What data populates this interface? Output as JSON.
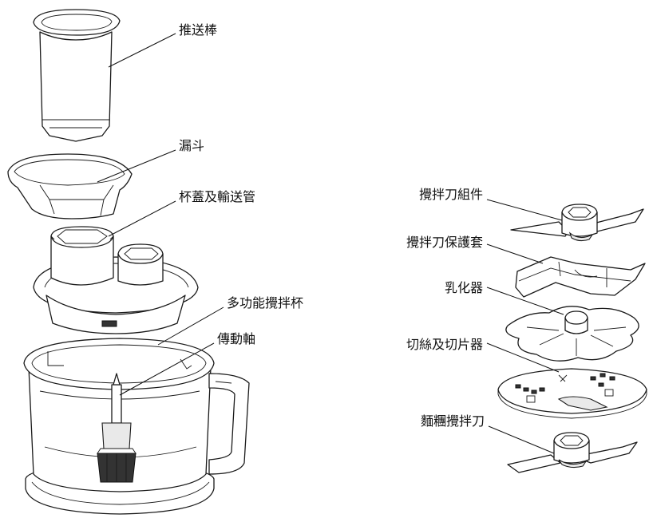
{
  "labels": {
    "pusher": "推送棒",
    "funnel": "漏斗",
    "lid_feed_tube": "杯蓋及輸送管",
    "bowl": "多功能攪拌杯",
    "drive_shaft": "傳動軸",
    "blade_assembly": "攪拌刀組件",
    "blade_guard": "攪拌刀保護套",
    "emulsifier": "乳化器",
    "slicer_shredder": "切絲及切片器",
    "dough_blade": "麵糰攪拌刀"
  }
}
